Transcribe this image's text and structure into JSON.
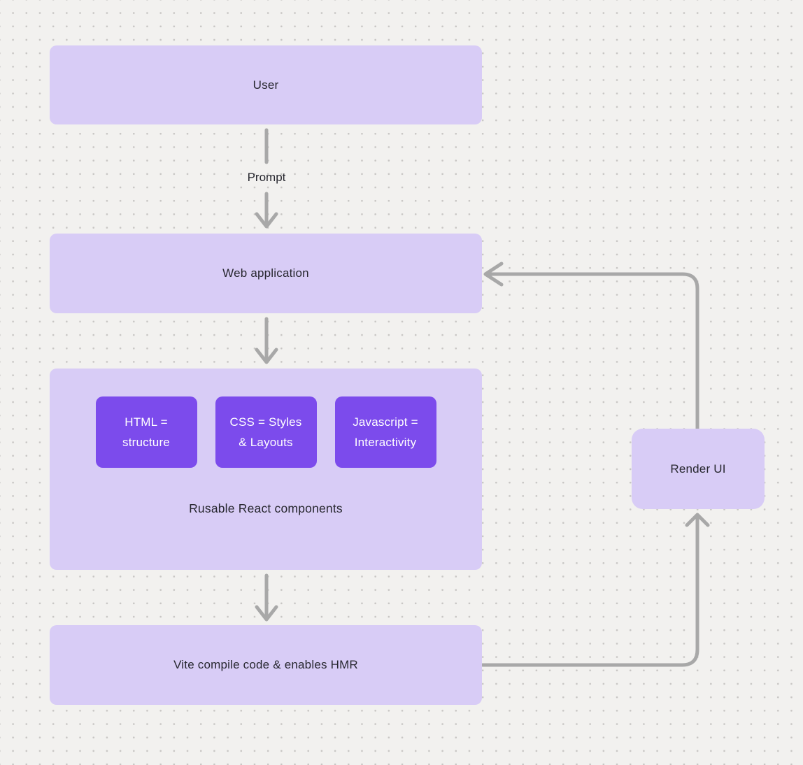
{
  "diagram": {
    "nodes": {
      "user": {
        "label": "User"
      },
      "web_application": {
        "label": "Web application"
      },
      "components_group": {
        "caption": "Rusable React components",
        "chips": [
          {
            "name": "html",
            "lines": [
              "HTML =",
              "structure"
            ]
          },
          {
            "name": "css",
            "lines": [
              "CSS = Styles",
              "& Layouts"
            ]
          },
          {
            "name": "javascript",
            "lines": [
              "Javascript =",
              "Interactivity"
            ]
          }
        ]
      },
      "vite": {
        "label": "Vite compile code & enables HMR"
      },
      "render_ui": {
        "label": "Render UI"
      }
    },
    "edges": {
      "prompt": {
        "label": "Prompt"
      }
    },
    "colors": {
      "background": "#f2f1ef",
      "dot": "#c8c6c4",
      "node_fill": "#d8ccf6",
      "chip_fill": "#7c4bec",
      "chip_text": "#ffffff",
      "text": "#27272f",
      "connector": "#a8a8a8"
    }
  }
}
